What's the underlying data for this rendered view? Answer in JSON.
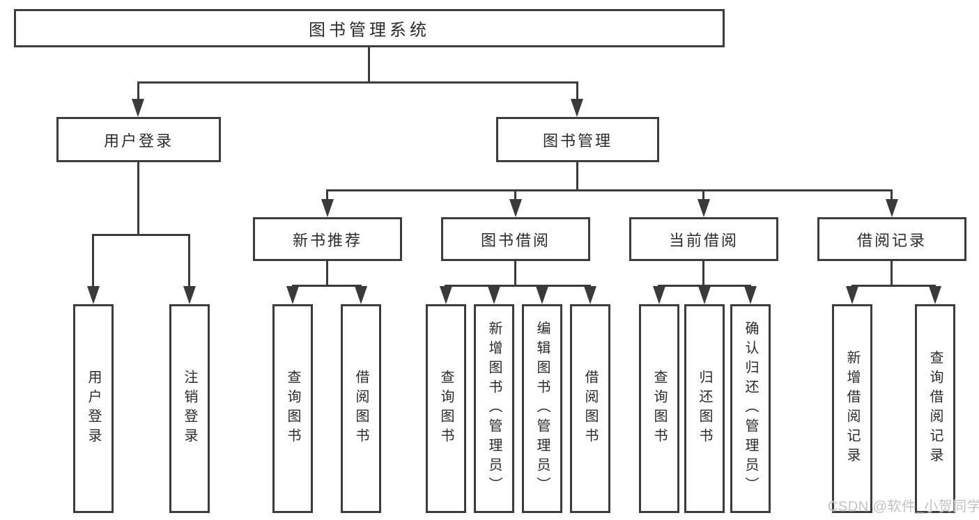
{
  "tree": {
    "root": "图书管理系统",
    "branches": [
      {
        "label": "用户登录",
        "children": [
          "用户登录",
          "注销登录"
        ]
      },
      {
        "label": "图书管理",
        "children": [
          {
            "label": "新书推荐",
            "children": [
              "查询图书",
              "借阅图书"
            ]
          },
          {
            "label": "图书借阅",
            "children": [
              "查询图书",
              "新增图书（管理员）",
              "编辑图书（管理员）",
              "借阅图书"
            ]
          },
          {
            "label": "当前借阅",
            "children": [
              "查询图书",
              "归还图书",
              "确认归还（管理员）"
            ]
          },
          {
            "label": "借阅记录",
            "children": [
              "新增借阅记录",
              "查询借阅记录"
            ]
          }
        ]
      }
    ]
  },
  "watermark": {
    "text": "CSDN @软件_小贺同学"
  },
  "colors": {
    "line": "#3a3a3a",
    "border": "#3c3c3c",
    "text": "#2b2b2b",
    "background": "#ffffff",
    "watermark": "#c0c0c0"
  }
}
